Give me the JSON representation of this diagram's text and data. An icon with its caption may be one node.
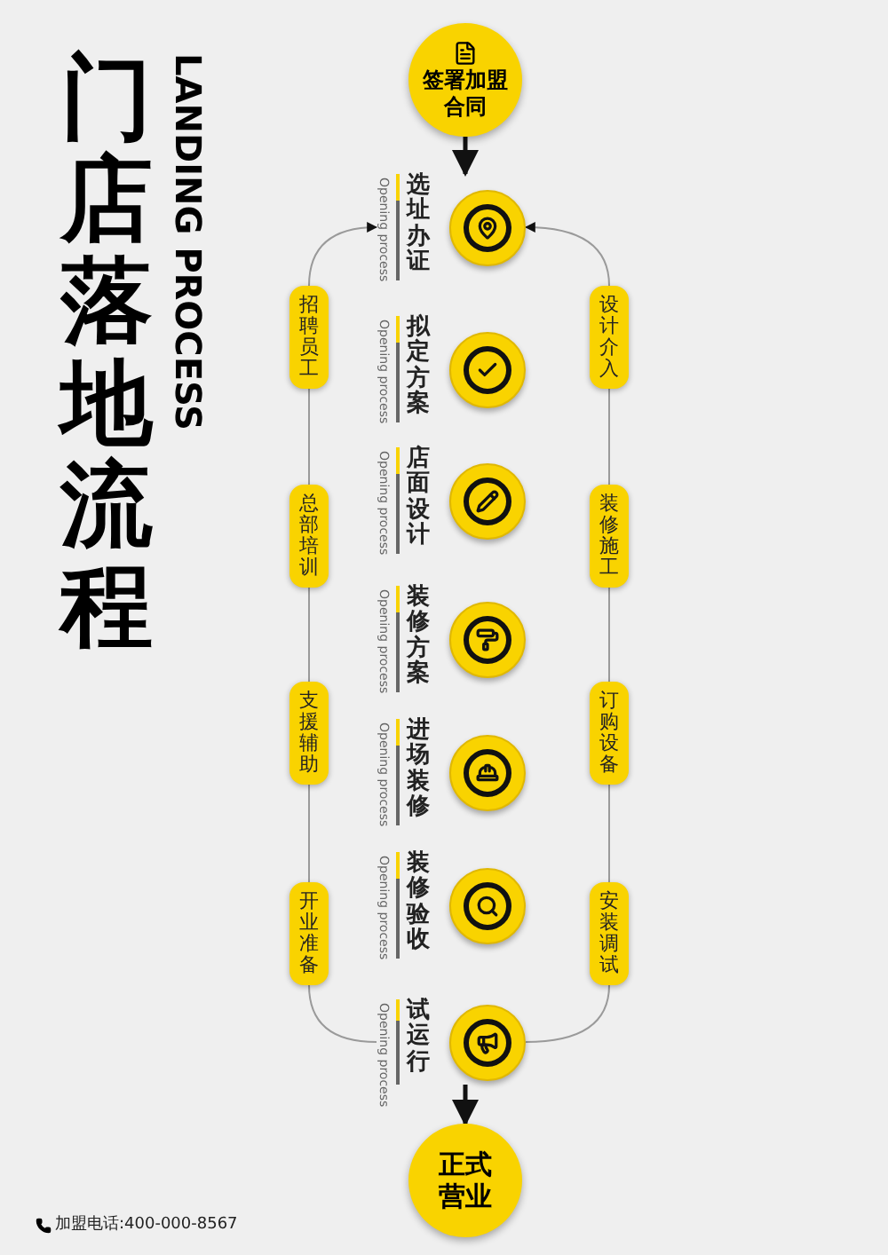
{
  "diagram": {
    "title": "门店落地流程",
    "nodes": [
      {
        "text": [
          "签署加盟合同"
        ]
      },
      {
        "text": [
          "选址办证",
          "Opening process"
        ]
      },
      {
        "text": [
          "拟定方案",
          "Opening process"
        ]
      },
      {
        "text": [
          "店面设计",
          "Opening process"
        ]
      },
      {
        "text": [
          "装修方案",
          "Opening process"
        ]
      },
      {
        "text": [
          "进场装修",
          "Opening process"
        ]
      },
      {
        "text": [
          "装修验收",
          "Opening process"
        ]
      },
      {
        "text": [
          "试运行",
          "Opening process"
        ]
      },
      {
        "text": [
          "招聘员工"
        ]
      },
      {
        "text": [
          "总部培训"
        ]
      },
      {
        "text": [
          "支援辅助"
        ]
      },
      {
        "text": [
          "开业准备"
        ]
      },
      {
        "text": [
          "设计介入"
        ]
      },
      {
        "text": [
          "装修施工"
        ]
      },
      {
        "text": [
          "订购设备"
        ]
      },
      {
        "text": [
          "安装调试"
        ]
      },
      {
        "text": [
          "正式营业"
        ]
      }
    ],
    "edges": [
      {
        "from": 0,
        "to": 1,
        "arrow": "to",
        "style": "thick",
        "color": "#111111"
      },
      {
        "from": 7,
        "to": 11,
        "arrow": "none"
      },
      {
        "from": 11,
        "to": 10,
        "arrow": "none"
      },
      {
        "from": 10,
        "to": 9,
        "arrow": "none"
      },
      {
        "from": 9,
        "to": 8,
        "arrow": "none"
      },
      {
        "from": 8,
        "to": 1,
        "arrow": "to"
      },
      {
        "from": 7,
        "to": 15,
        "arrow": "none"
      },
      {
        "from": 15,
        "to": 14,
        "arrow": "none"
      },
      {
        "from": 14,
        "to": 13,
        "arrow": "none"
      },
      {
        "from": 13,
        "to": 12,
        "arrow": "none"
      },
      {
        "from": 12,
        "to": 1,
        "arrow": "to"
      },
      {
        "from": 7,
        "to": 16,
        "arrow": "to",
        "style": "thick",
        "color": "#111111"
      }
    ],
    "labels": [
      "LANDING PROCESS",
      "加盟电话:400-000-8567"
    ]
  }
}
